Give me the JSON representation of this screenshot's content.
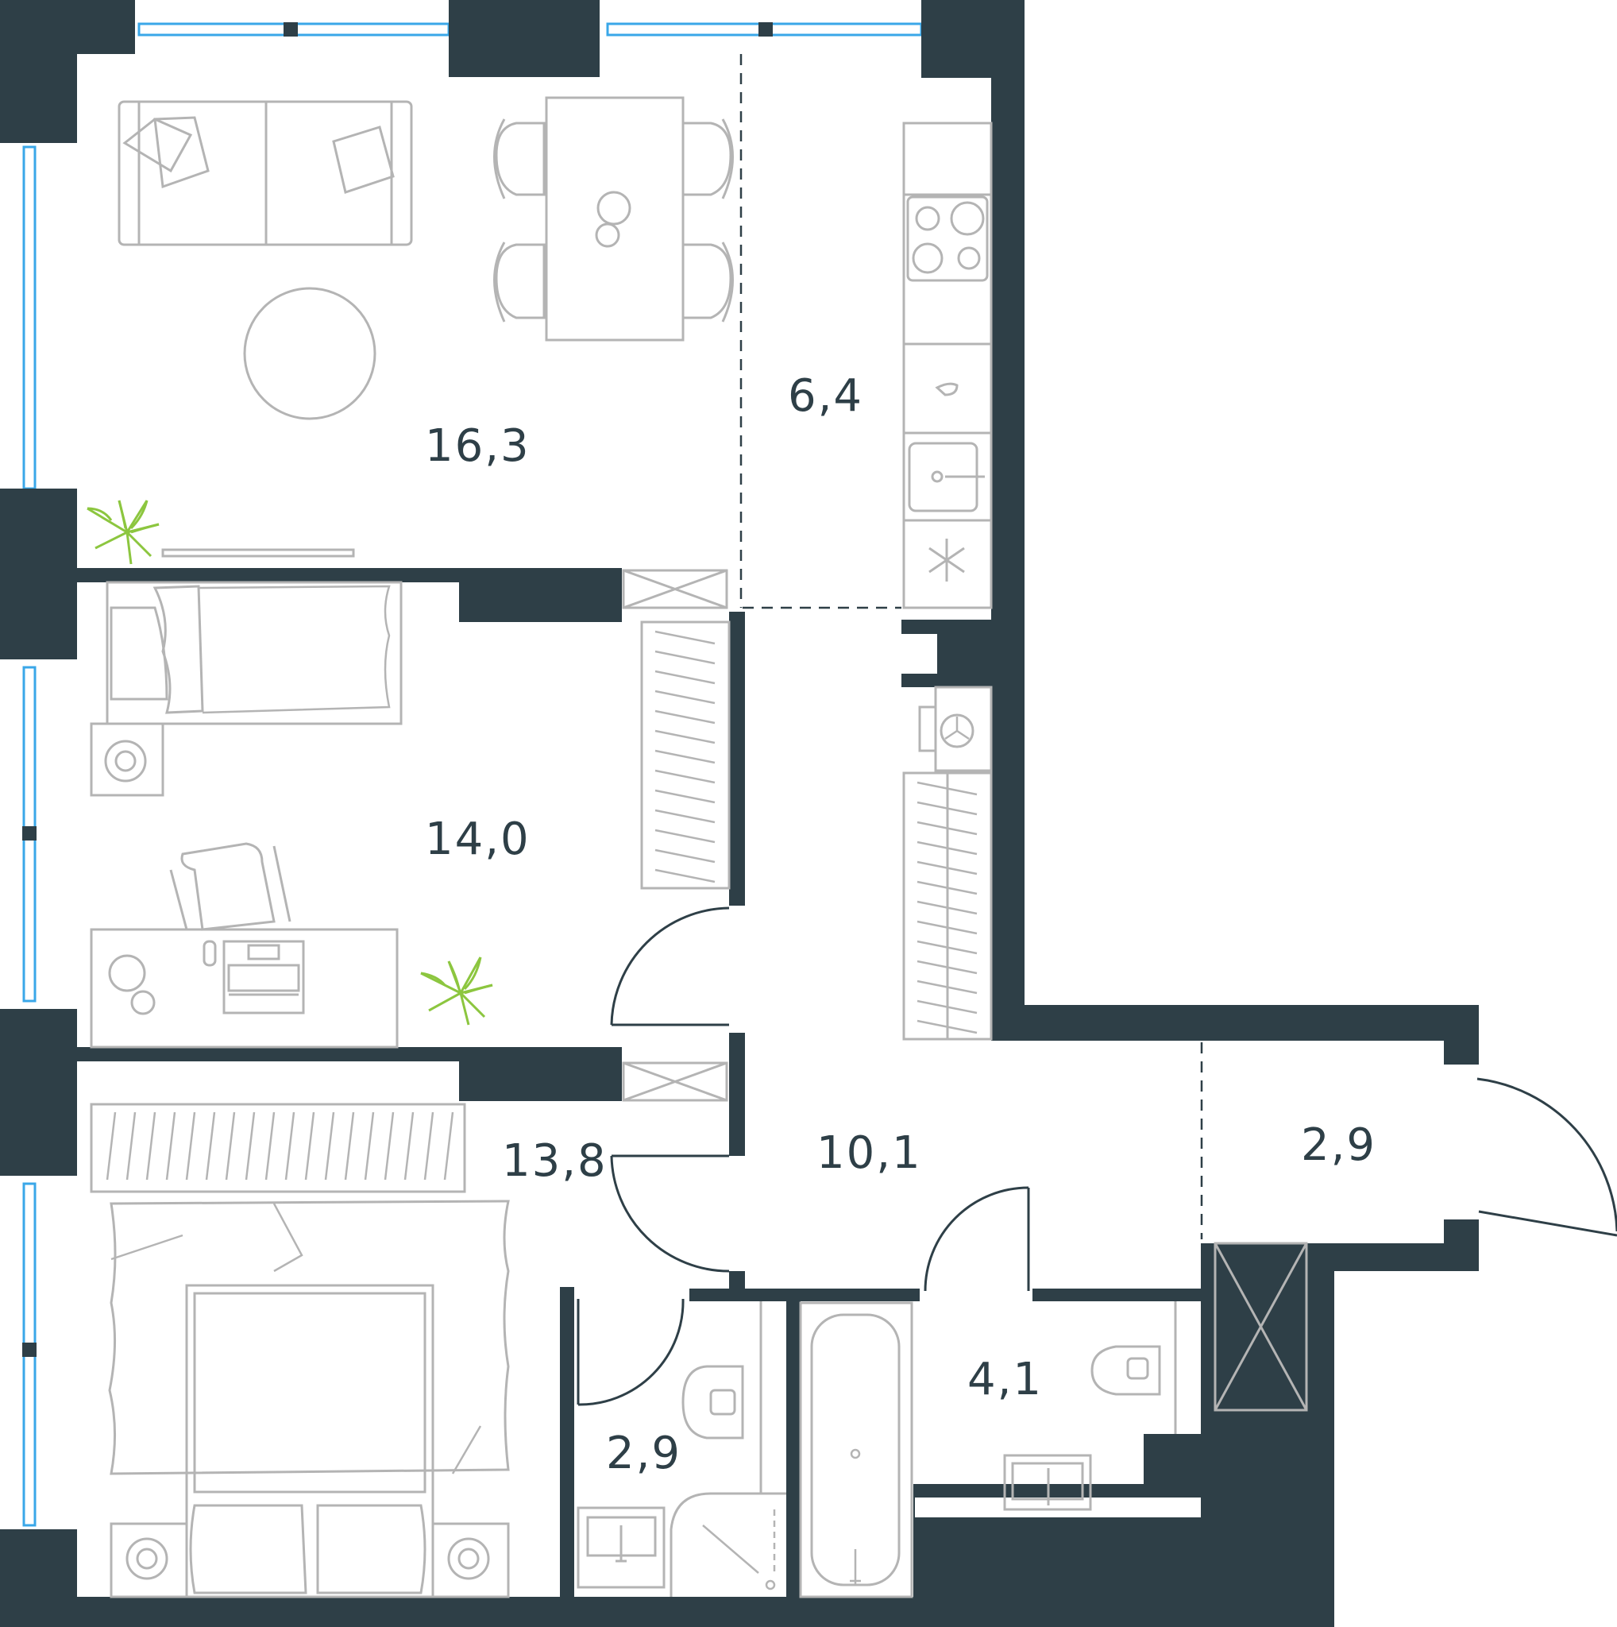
{
  "colors": {
    "wall": "#2e3f47",
    "window": "#3aa7e8",
    "furniture": "#b4b4b4",
    "plant": "#8cc63f",
    "background": "#ffffff"
  },
  "rooms": [
    {
      "id": "living-room",
      "area": "16,3"
    },
    {
      "id": "kitchen",
      "area": "6,4"
    },
    {
      "id": "bedroom-small",
      "area": "14,0"
    },
    {
      "id": "bedroom-master",
      "area": "13,8"
    },
    {
      "id": "hallway",
      "area": "10,1"
    },
    {
      "id": "entrance",
      "area": "2,9"
    },
    {
      "id": "bathroom-small",
      "area": "2,9"
    },
    {
      "id": "bathroom-main",
      "area": "4,1"
    }
  ],
  "icons": [
    "sofa",
    "dining-table",
    "chair",
    "kitchen-counter",
    "stove",
    "sink",
    "fridge",
    "bed",
    "desk",
    "office-chair",
    "wardrobe",
    "plant",
    "toilet",
    "bathtub",
    "shower",
    "washing-machine",
    "door"
  ]
}
